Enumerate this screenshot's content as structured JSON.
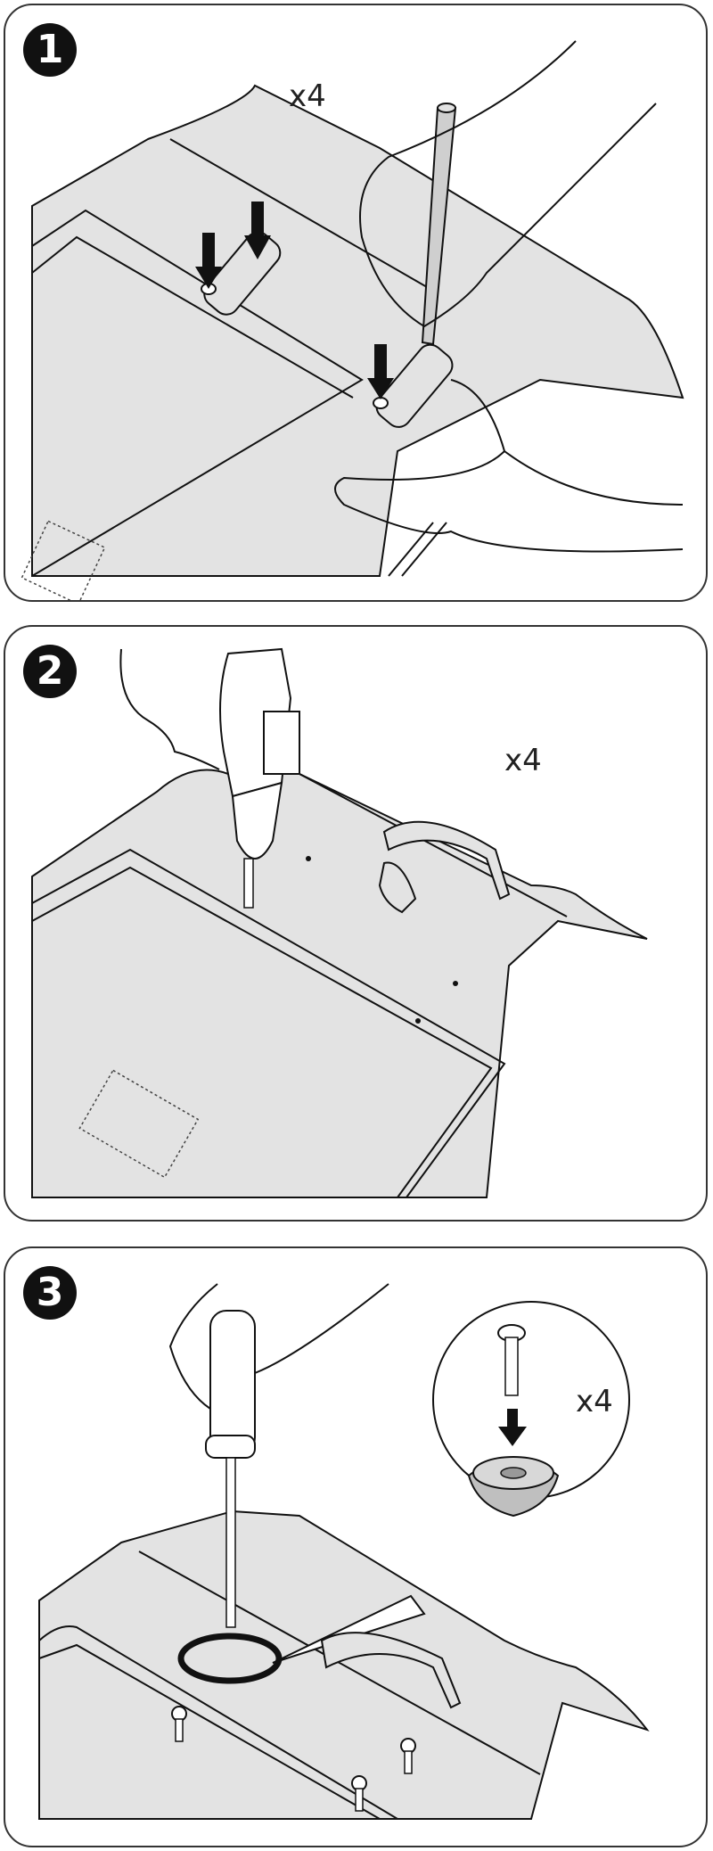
{
  "document": {
    "type": "assembly-instructions",
    "colors": {
      "fill": "#e3e3e3",
      "line": "#111111",
      "border": "#333333",
      "badge": "#111111"
    }
  },
  "steps": [
    {
      "number": "1",
      "quantity": "x4",
      "action": "Mark drill holes with pencil through mounting bracket holes"
    },
    {
      "number": "2",
      "quantity": "x4",
      "action": "Drill holes at the marked positions"
    },
    {
      "number": "3",
      "quantity": "x4",
      "action": "Fasten brackets with screws and washers using screwdriver",
      "detail_quantity": "x4"
    }
  ]
}
